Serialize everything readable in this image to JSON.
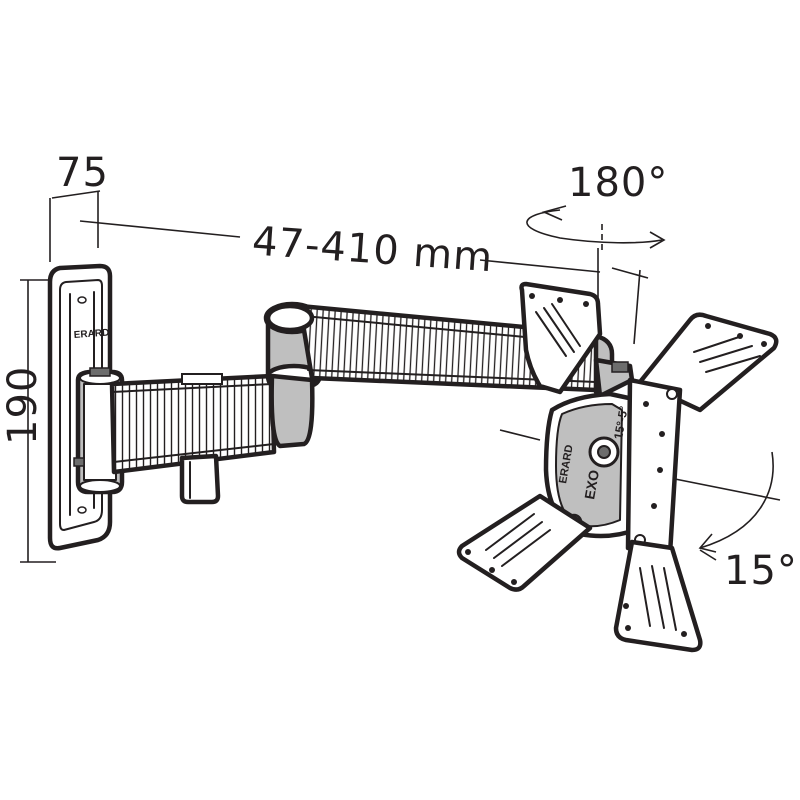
{
  "dimensions": {
    "depth_min": "75",
    "arm_reach": "47-410 mm",
    "height": "190",
    "swivel": "180°",
    "tilt": "15°"
  },
  "branding": {
    "wall_plate_logo": "ERARD",
    "pivot_logo": "ERARD",
    "pivot_model": "EXO",
    "pivot_tilt_label": "15°-5°"
  },
  "colors": {
    "line": "#231f20",
    "fill_light": "#ffffff",
    "fill_gray": "#bfbfbf",
    "fill_dark": "#6d6d6d"
  }
}
